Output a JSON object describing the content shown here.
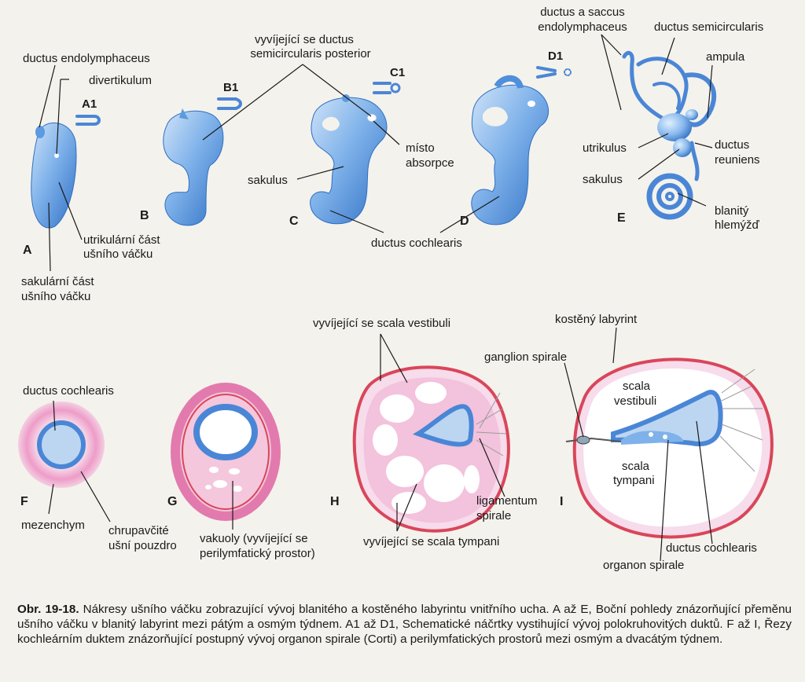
{
  "labels": {
    "ductus_endolymphaceus": "ductus endolymphaceus",
    "divertikulum": "divertikulum",
    "A1": "A1",
    "B1": "B1",
    "C1": "C1",
    "D1": "D1",
    "vyvijejici_dsp_1": "vyvíjející se ductus",
    "vyvijejici_dsp_2": "semicircularis posterior",
    "dase_1": "ductus a saccus",
    "dase_2": "endolymphaceus",
    "ductus_semicircularis": "ductus semicircularis",
    "ampula": "ampula",
    "misto_1": "místo",
    "misto_2": "absorpce",
    "sakulus_c": "sakulus",
    "utrikulus": "utrikulus",
    "sakulus_e": "sakulus",
    "ductus_reuniens_1": "ductus",
    "ductus_reuniens_2": "reuniens",
    "blanity_1": "blanitý",
    "blanity_2": "hlemýžď",
    "A": "A",
    "B": "B",
    "C": "C",
    "D": "D",
    "E": "E",
    "utrik_cast_1": "utrikulární část",
    "utrik_cast_2": "ušního váčku",
    "ductus_cochlearis_top": "ductus cochlearis",
    "sakul_cast_1": "sakulární část",
    "sakul_cast_2": "ušního váčku",
    "scala_vest_dev": "vyvíjející se scala vestibuli",
    "kosteny": "kostěný labyrint",
    "ganglion": "ganglion spirale",
    "ductus_cochlearis_f": "ductus cochlearis",
    "scala_1": "scala",
    "scala_2": "vestibuli",
    "scala_t1": "scala",
    "scala_t2": "tympani",
    "F": "F",
    "G": "G",
    "H": "H",
    "I": "I",
    "mezenchym": "mezenchym",
    "chrup_1": "chrupavčité",
    "chrup_2": "ušní pouzdro",
    "vakuoly_1": "vakuoly (vyvíjející se",
    "vakuoly_2": "perilymfatický prostor)",
    "ligamentum_1": "ligamentum",
    "ligamentum_2": "spirale",
    "scala_tymp_dev": "vyvíjející se scala tympani",
    "ductus_cochlearis_i": "ductus cochlearis",
    "organon": "organon spirale"
  },
  "caption": {
    "bold": "Obr. 19-18.",
    "text": " Nákresy ušního váčku zobrazující vývoj blanitého a kostěného labyrintu vnitřního ucha. A až E, Boční pohledy znázorňující přeměnu ušního váčku v blanitý labyrint mezi pátým a osmým týdnem. A1 až D1, Schematické náčrtky vystihující vývoj polokruhovitých duktů. F až I, Řezy kochleárním duktem znázorňující postupný vývoj organon spirale (Corti) a perilymfatických prostorů mezi osmým a dvacátým týdnem."
  },
  "colors": {
    "membrane_blue": "#5b9be0",
    "light_blue": "#b6d4f2",
    "pink_outer": "#e9a6cf",
    "pink_light": "#f4d0e4",
    "red_ring": "#d9465a",
    "background": "#f4f2ec"
  }
}
